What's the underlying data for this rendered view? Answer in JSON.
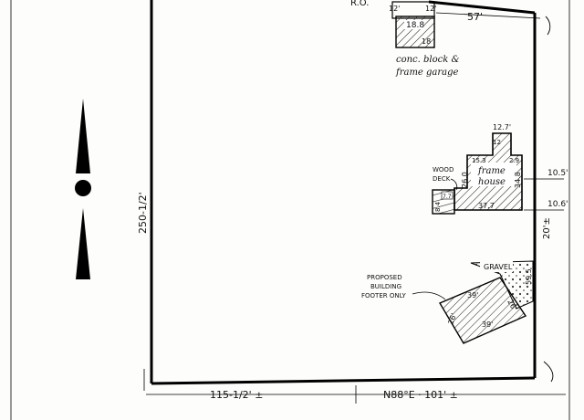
{
  "survey": {
    "top_label_partial": "R.O.",
    "top_frontage": "57'",
    "left_depth": "250-1/2'",
    "right_offset": "20'±",
    "bottom_left_dim": "115-1/2' ±",
    "bottom_bearing": "N88°E · 101' ±",
    "garage": {
      "label_line1": "conc. block &",
      "label_line2": "frame garage",
      "dim_width": "18.8",
      "dim_depth": "18",
      "dim_left": "12'",
      "dim_right": "12'"
    },
    "house": {
      "label_line1": "frame",
      "label_line2": "house",
      "dim_top": "12.7'",
      "dim_a": "12",
      "dim_b": "15.3",
      "dim_c": "2.9",
      "dim_left": "26.0",
      "dim_right": "34.8",
      "dim_bottom": "37.7",
      "setback_upper": "10.5'",
      "setback_lower": "10.6'"
    },
    "deck": {
      "label_line1": "WOOD",
      "label_line2": "DECK",
      "dim_a": "7.7",
      "dim_b": "8.4"
    },
    "gravel": {
      "label": "GRAVEL",
      "dim": "59.5"
    },
    "proposed": {
      "label_line1": "PROPOSED",
      "label_line2": "BUILDING",
      "label_line3": "FOOTER ONLY",
      "dim_top": "39'",
      "dim_bottom": "39'",
      "dim_left": "26'",
      "dim_right": "26'"
    }
  }
}
